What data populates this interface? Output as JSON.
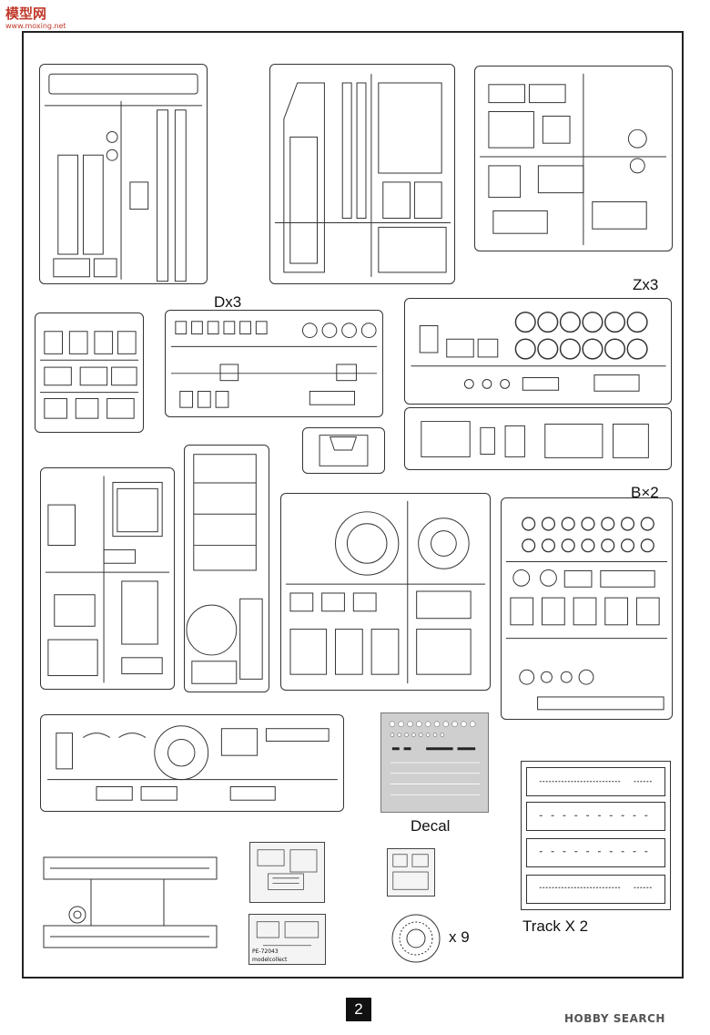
{
  "header": {
    "site_logo": "模型网",
    "site_url": "www.moxing.net"
  },
  "labels": {
    "dx3": "Dx3",
    "zx3": "Zx3",
    "bx2": "B×2",
    "decal": "Decal",
    "track": "Track X 2",
    "pe_count": "x 9"
  },
  "pe": {
    "code": "PE-72043",
    "brand": "modelcollect"
  },
  "page": {
    "number": "2"
  },
  "watermark": {
    "text": "HOBBY SEARCH"
  },
  "colors": {
    "line": "#333333",
    "logo": "#c0392b",
    "decal_bg": "#cfcfcf"
  }
}
